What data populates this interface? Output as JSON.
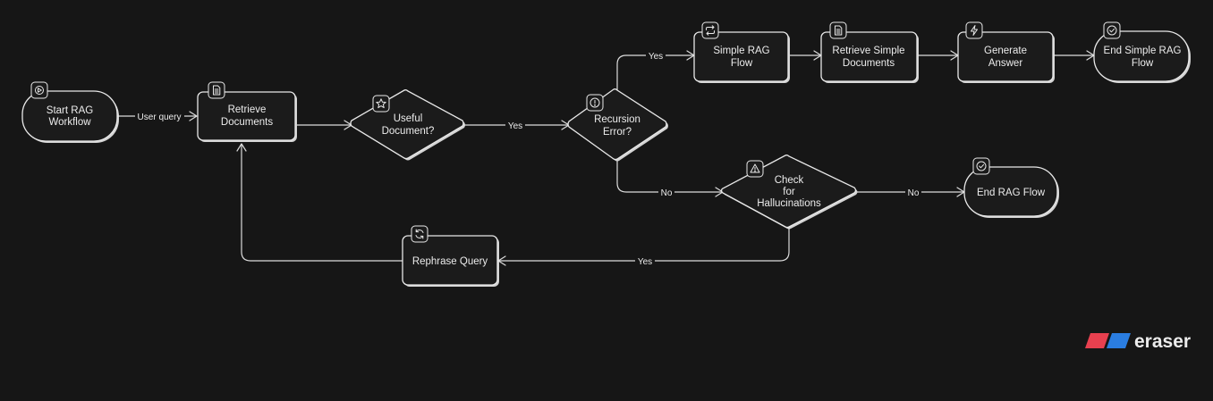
{
  "diagram": {
    "nodes": {
      "start": {
        "lines": [
          "Start RAG",
          "Workflow"
        ],
        "icon": "play-icon"
      },
      "retrieve": {
        "lines": [
          "Retrieve",
          "Documents"
        ],
        "icon": "document-icon"
      },
      "useful": {
        "lines": [
          "Useful",
          "Document?"
        ],
        "icon": "star-icon"
      },
      "recursion": {
        "lines": [
          "Recursion",
          "Error?"
        ],
        "icon": "alert-circle-icon"
      },
      "simple_rag": {
        "lines": [
          "Simple RAG",
          "Flow"
        ],
        "icon": "repeat-icon"
      },
      "retrieve_simple": {
        "lines": [
          "Retrieve Simple",
          "Documents"
        ],
        "icon": "document-icon"
      },
      "generate": {
        "lines": [
          "Generate",
          "Answer"
        ],
        "icon": "lightning-icon"
      },
      "end_simple": {
        "lines": [
          "End Simple RAG",
          "Flow"
        ],
        "icon": "check-circle-icon"
      },
      "check": {
        "lines": [
          "Check",
          "for",
          "Hallucinations"
        ],
        "icon": "warning-icon"
      },
      "end_rag": {
        "lines": [
          "End RAG Flow"
        ],
        "icon": "check-circle-icon"
      },
      "rephrase": {
        "lines": [
          "Rephrase Query"
        ],
        "icon": "refresh-icon"
      }
    },
    "edges": {
      "user_query": "User query",
      "useful_yes": "Yes",
      "recursion_yes": "Yes",
      "recursion_no": "No",
      "check_no": "No",
      "check_yes": "Yes"
    }
  },
  "brand": {
    "name": "eraser",
    "colors": [
      "#e8404f",
      "#2a7de1"
    ]
  }
}
